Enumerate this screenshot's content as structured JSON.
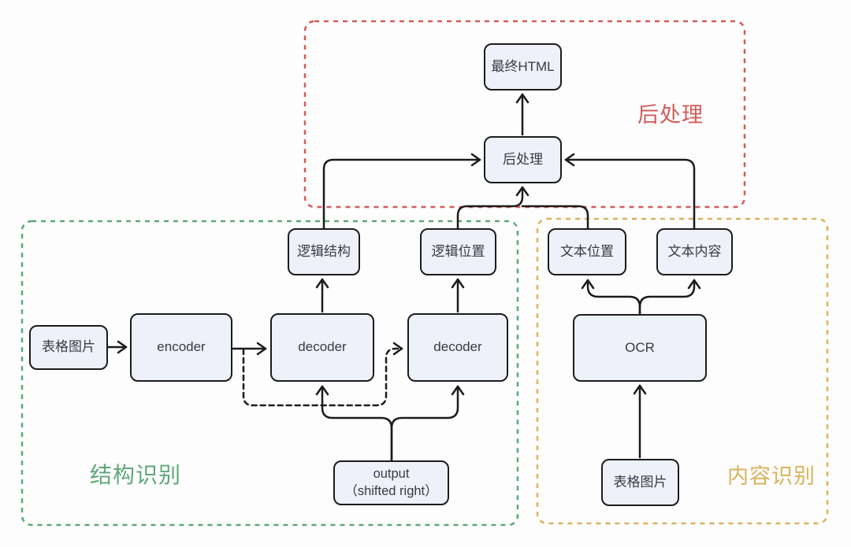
{
  "diagram": {
    "title_hint": "table recognition pipeline flowchart",
    "regions": {
      "post": {
        "label": "后处理",
        "color": "#d15d5c"
      },
      "structure": {
        "label": "结构识别",
        "color": "#5fa878"
      },
      "content": {
        "label": "内容识别",
        "color": "#d9b45f"
      }
    },
    "nodes": {
      "final_html": "最终HTML",
      "postprocess": "后处理",
      "logic_structure": "逻辑结构",
      "logic_position": "逻辑位置",
      "text_position": "文本位置",
      "text_content": "文本内容",
      "table_image_left": "表格图片",
      "encoder": "encoder",
      "decoder_1": "decoder",
      "decoder_2": "decoder",
      "ocr": "OCR",
      "output_line1": "output",
      "output_line2": "（shifted right）",
      "table_image_right": "表格图片"
    },
    "colors": {
      "node_fill": "#eef1f9",
      "line": "#1c1c1c",
      "background": "#fdfdfd"
    }
  }
}
